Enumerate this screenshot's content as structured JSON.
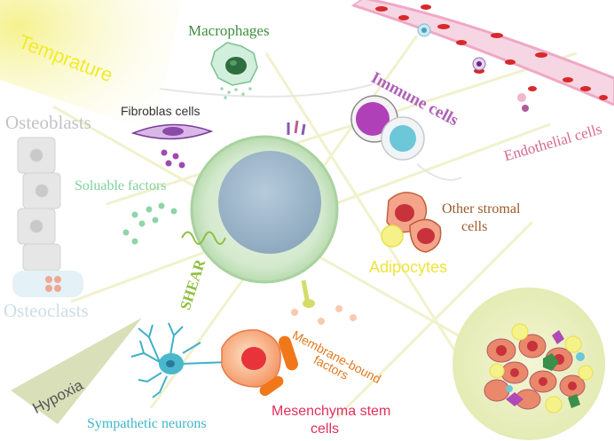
{
  "labels": {
    "temperature": "Temprature",
    "macrophages": "Macrophages",
    "osteoblasts": "Osteoblasts",
    "fibroblast": "Fibroblas cells",
    "soluble": "Soluable factors",
    "immune": "Immune cells",
    "endothelial": "Endothelial cells",
    "stromal_1": "Other stromal",
    "stromal_2": "cells",
    "adipocytes": "Adipocytes",
    "shear": "SHEAR",
    "osteoclasts": "Osteoclasts",
    "membrane_1": "Membrane-bound",
    "membrane_2": "factors",
    "hypoxia": "Hypoxia",
    "sympathetic": "Sympathetic neurons",
    "mesenchyma_1": "Mesenchyma stem",
    "mesenchyma_2": "cells"
  },
  "colors": {
    "temperature_text": "#f2ea2e",
    "temperature_beam": "#f6f3a6",
    "macrophages_text": "#3f8f3f",
    "osteo_text": "#c3c3c3",
    "fibroblast_text": "#333333",
    "soluble_text": "#7fcf9f",
    "immune_text": "#b060b8",
    "endothelial_text": "#d66a8c",
    "stromal_text": "#9a5a2a",
    "adipocytes_text": "#f0e43a",
    "shear_text": "#8fbf3f",
    "membrane_text": "#e07a20",
    "hypoxia_text": "#555555",
    "hypoxia_beam": "#d9e0b8",
    "sympathetic_text": "#3fb6c8",
    "mesenchyma_text": "#e0305a",
    "central_cell": "#cfe8c8",
    "nucleus": "#9fb8cc",
    "vessel": "#f4c4d8",
    "red_blood_cell": "#d82828"
  },
  "icons": [
    "macrophage-icon",
    "fibroblast-icon",
    "immune-cell-icon",
    "stromal-cell-icon",
    "adipocyte-icon",
    "neuron-icon",
    "stem-cell-icon",
    "blood-vessel-icon",
    "osteoblast-stack-icon",
    "niche-cluster-icon"
  ]
}
